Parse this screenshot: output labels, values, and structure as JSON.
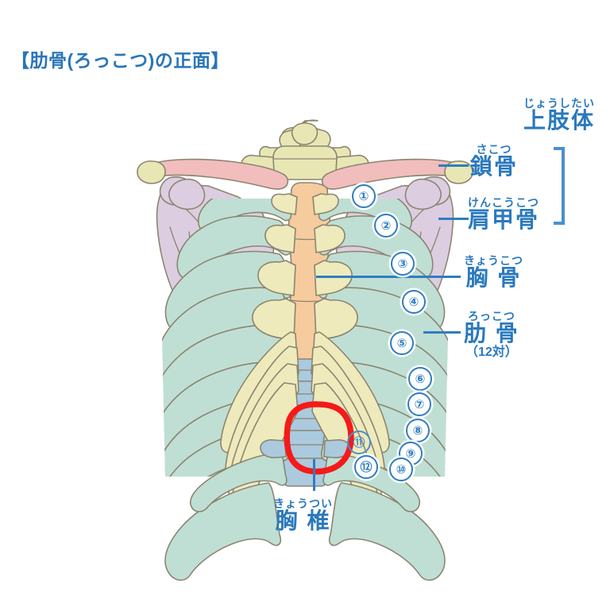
{
  "page": {
    "title": "【肋骨(ろっこつ)の正面】",
    "background_color": "#ffffff",
    "label_color": "#2a79bd",
    "annotation_color": "#f51a1a"
  },
  "labels": {
    "upper_limb": {
      "furigana": "じょうしたい",
      "kanji": "上肢体"
    },
    "clavicle": {
      "furigana": "さこつ",
      "kanji": "鎖骨"
    },
    "scapula": {
      "furigana": "けんこうこつ",
      "kanji": "肩甲骨"
    },
    "sternum": {
      "furigana": "きょうこつ",
      "kanji": "胸 骨"
    },
    "ribs": {
      "furigana": "ろっこつ",
      "kanji": "肋 骨",
      "note": "（12対）"
    },
    "thoracic_vertebrae": {
      "furigana": "きょうつい",
      "kanji": "胸 椎"
    }
  },
  "rib_numbers": [
    "①",
    "②",
    "③",
    "④",
    "⑤",
    "⑥",
    "⑦",
    "⑧",
    "⑨",
    "⑩",
    "⑪",
    "⑫"
  ],
  "annotation": {
    "shape": "red-ellipse",
    "target": "thoracic vertebrae (lower)",
    "color": "#f51a1a"
  },
  "anatomy_colors": {
    "rib_mint": "#bfdfd4",
    "costal_cartilage": "#eeeabc",
    "sternum_orange": "#f6cb9e",
    "clavicle_pink": "#f2bdbd",
    "scapula_lavender": "#ddcde1",
    "vertebra_blue": "#abcade",
    "cervical_yellow": "#e8e7b4",
    "outline": "#8b8570"
  }
}
